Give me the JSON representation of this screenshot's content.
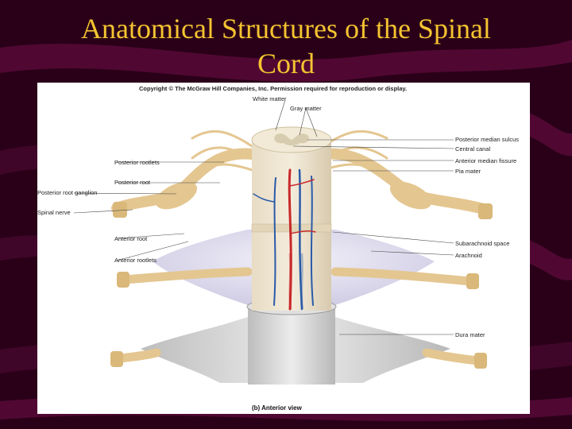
{
  "slide": {
    "title_line1": "Anatomical Structures of the Spinal",
    "title_line2": "Cord",
    "colors": {
      "background": "#2a0018",
      "swoosh": "#5a0a3a",
      "title": "#f4c430"
    }
  },
  "figure": {
    "copyright": "Copyright © The McGraw Hill Companies, Inc. Permission required for reproduction or display.",
    "caption": "(b) Anterior view",
    "labels": {
      "white_matter": "White matter",
      "gray_matter": "Gray matter",
      "posterior_median_sulcus": "Posterior median sulcus",
      "central_canal": "Central canal",
      "anterior_median_fissure": "Anterior median fissure",
      "pia_mater": "Pia mater",
      "posterior_rootlets": "Posterior rootlets",
      "posterior_root": "Posterior root",
      "posterior_root_ganglion": "Posterior root ganglion",
      "spinal_nerve": "Spinal nerve",
      "anterior_root": "Anterior root",
      "anterior_rootlets": "Anterior rootlets",
      "subarachnoid_space": "Subarachnoid space",
      "arachnoid": "Arachnoid",
      "dura_mater": "Dura mater"
    }
  }
}
